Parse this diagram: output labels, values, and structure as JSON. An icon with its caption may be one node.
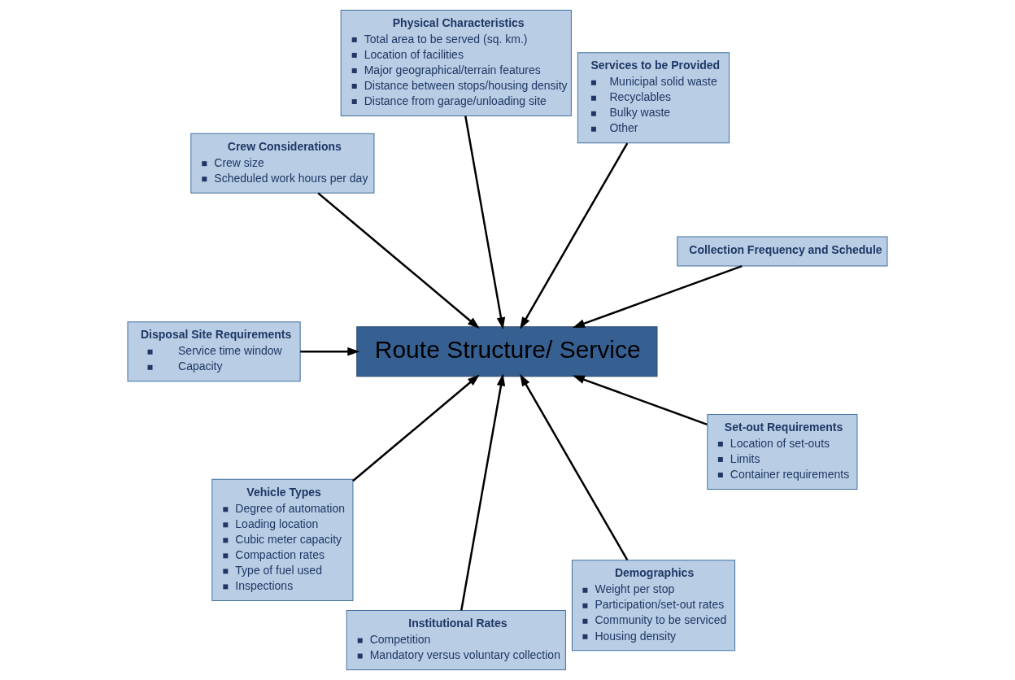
{
  "diagram": {
    "nodes": [
      {
        "text": [
          "Route Structure/ Service"
        ]
      },
      {
        "text": [
          "Crew Considerations",
          "Crew size",
          "Scheduled work hours per day"
        ]
      },
      {
        "text": [
          "Physical Characteristics",
          "Total area to be served (sq. km.)",
          "Location of facilities",
          "Major geographical/terrain features",
          "Distance between stops/housing density",
          "Distance from garage/unloading site"
        ]
      },
      {
        "text": [
          "Services to be Provided",
          "Municipal solid waste",
          "Recyclables",
          "Bulky waste",
          "Other"
        ]
      },
      {
        "text": [
          "Disposal Site Requirements",
          "Service time window",
          "Capacity"
        ]
      },
      {
        "text": [
          "Vehicle Types",
          "Degree of automation",
          "Loading location",
          "Cubic meter capacity",
          "Compaction rates",
          "Type of fuel used",
          "Inspections"
        ]
      },
      {
        "text": [
          "Collection Frequency and Schedule"
        ]
      },
      {
        "text": [
          "Set-out Requirements",
          "Location of set-outs",
          "Limits",
          "Container requirements"
        ]
      },
      {
        "text": [
          "Institutional Rates",
          "Competition",
          "Mandatory versus voluntary collection"
        ]
      },
      {
        "text": [
          "Demographics",
          "Weight per stop",
          "Participation/set-out rates",
          "Community to be serviced",
          "Housing density"
        ]
      }
    ],
    "edges": [
      {
        "from": 1,
        "to": 0,
        "arrow": "to"
      },
      {
        "from": 2,
        "to": 0,
        "arrow": "to"
      },
      {
        "from": 3,
        "to": 0,
        "arrow": "to"
      },
      {
        "from": 4,
        "to": 0,
        "arrow": "to"
      },
      {
        "from": 5,
        "to": 0,
        "arrow": "to"
      },
      {
        "from": 6,
        "to": 0,
        "arrow": "to"
      },
      {
        "from": 7,
        "to": 0,
        "arrow": "to"
      },
      {
        "from": 8,
        "to": 0,
        "arrow": "to"
      },
      {
        "from": 9,
        "to": 0,
        "arrow": "to"
      }
    ]
  }
}
